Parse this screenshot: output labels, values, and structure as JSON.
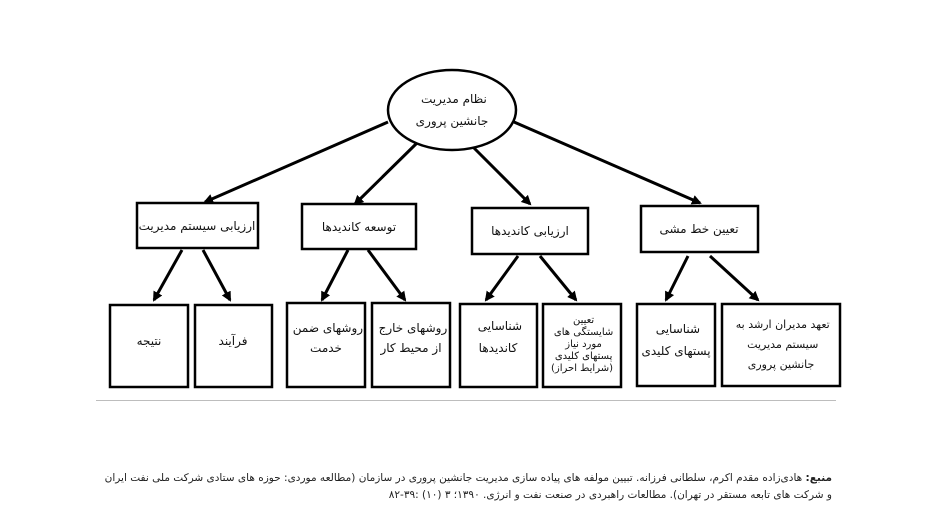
{
  "diagram": {
    "root": {
      "lines": [
        "نظام مدیریت",
        "جانشین پروری"
      ]
    },
    "categories": [
      {
        "lines": [
          "ارزیابی سیستم مدیریت"
        ],
        "children": [
          {
            "lines": [
              "نتیجه"
            ]
          },
          {
            "lines": [
              "فرآیند"
            ]
          }
        ]
      },
      {
        "lines": [
          "توسعه کاندیدها"
        ],
        "children": [
          {
            "lines": [
              "روشهای ضمن",
              "خدمت"
            ]
          },
          {
            "lines": [
              "روشهای خارج",
              "از محیط کار"
            ]
          }
        ]
      },
      {
        "lines": [
          "ارزیابی کاندیدها"
        ],
        "children": [
          {
            "lines": [
              "شناسایی",
              "کاندیدها"
            ]
          },
          {
            "lines": [
              "تعیین",
              "شایستگی های",
              "مورد نیاز",
              "پستهای کلیدی",
              "(شرایط احراز)"
            ]
          }
        ]
      },
      {
        "lines": [
          "تعیین خط مشی"
        ],
        "children": [
          {
            "lines": [
              "شناسایی",
              "پستهای کلیدی"
            ]
          },
          {
            "lines": [
              "تعهد مدیران ارشد به",
              "سیستم مدیریت",
              "جانشین پروری"
            ]
          }
        ]
      }
    ]
  },
  "caption": {
    "label": "منبع:",
    "text": "هادی‌زاده مقدم اکرم، سلطانی فرزانه. تبیین مولفه های پیاده سازی مدیریت جانشین پروری در سازمان (مطالعه موردی: حوزه های ستادی شرکت ملی نفت ایران و شرکت های تابعه مستقر در تهران). مطالعات راهبردی در صنعت نفت و انرژی. ۱۳۹۰؛ ۳ (۱۰) :۳۹-۸۲"
  }
}
